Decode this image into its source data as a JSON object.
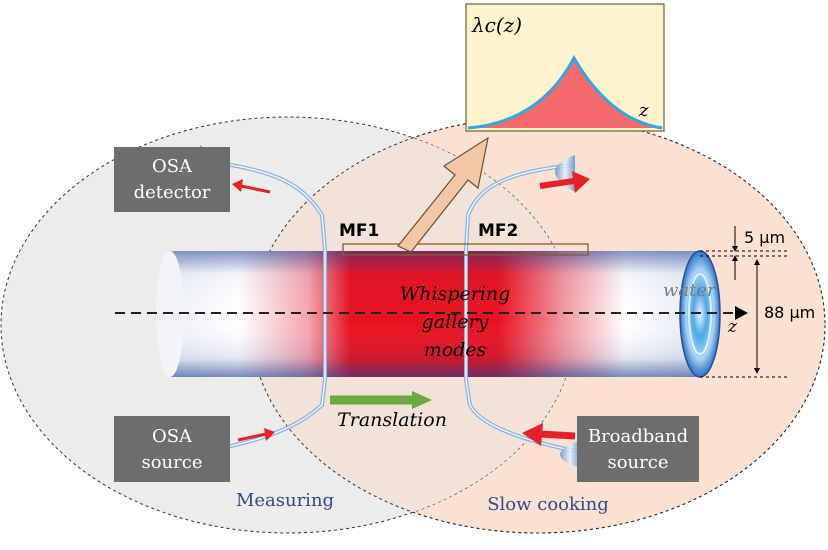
{
  "diagram": {
    "inset": {
      "title": "𝜆c(z)",
      "axis_label": "z",
      "fill_color": "#f46a6a",
      "curve_color": "#35a7de",
      "bg_color": "#fdf3cf"
    },
    "boxes": {
      "osa_detector": [
        "OSA",
        "detector"
      ],
      "osa_source": [
        "OSA",
        "source"
      ],
      "broadband_source": [
        "Broadband",
        "source"
      ]
    },
    "labels": {
      "mf1": "MF1",
      "mf2": "MF2",
      "whispering": [
        "Whispering",
        "gallery",
        "modes"
      ],
      "translation": "Translation",
      "water": "water",
      "z_axis": "z",
      "dim_small": "5 μm",
      "dim_large": "88 μm",
      "measuring": "Measuring",
      "slow_cooking": "Slow cooking"
    },
    "colors": {
      "left_region": "#ececec",
      "right_region": "#fbe1d2",
      "box_fill": "#6d6d6d",
      "arrow_red": "#e8202a",
      "arrow_green": "#6aaa3f",
      "region_text": "#2f4b8c",
      "cylinder_core": "#e8121f"
    }
  }
}
